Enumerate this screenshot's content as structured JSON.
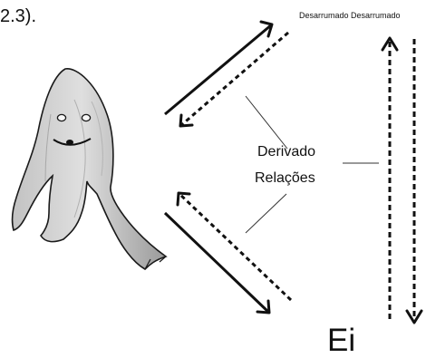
{
  "text": {
    "top_left_fragment": "2.3).",
    "top_label": "Desarrumado Desarrumado",
    "center_label_1": "Derivado",
    "center_label_2": "Relações",
    "bottom_label": "Ei"
  },
  "icons": {
    "figure": "smiling-figure-icon",
    "double_vertical_arrow": "double-vertical-arrow-icon"
  },
  "colors": {
    "figure_fill": "#d6d6d6",
    "figure_shadow": "#8d8d8d",
    "stroke": "#111111"
  }
}
